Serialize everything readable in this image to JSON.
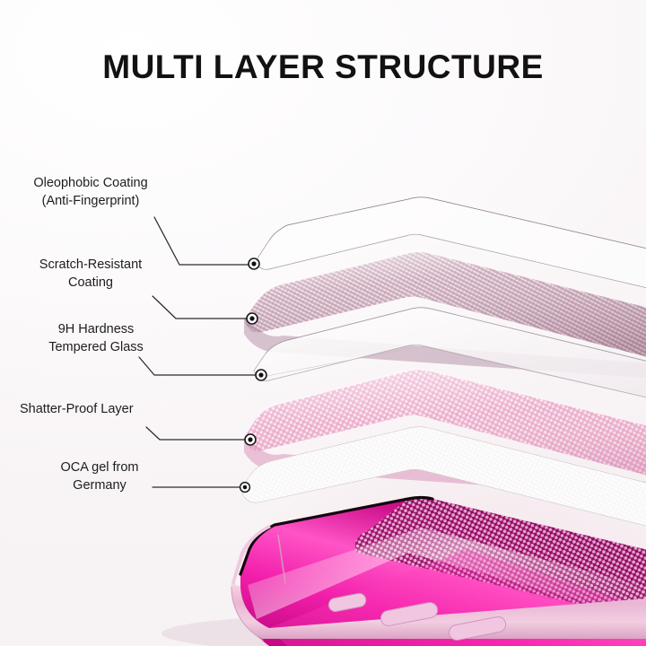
{
  "page": {
    "title": "MULTI LAYER STRUCTURE",
    "background_color": "#FBF8F9",
    "title_color": "#121212",
    "accent_pink": "#E8A8C8",
    "mauve": "#C9A3B5",
    "phone_magenta": "#E0159B",
    "leader_color": "#2B2B2B"
  },
  "callouts": [
    {
      "id": "oleophobic-coating",
      "line1": "Oleophobic Coating",
      "line2": "(Anti-Fingerprint)",
      "text": "Oleophobic Coating\n(Anti-Fingerprint)"
    },
    {
      "id": "scratch-resistant-coating",
      "line1": "Scratch-Resistant",
      "line2": "Coating",
      "text": "Scratch-Resistant\nCoating"
    },
    {
      "id": "9h-hardness-tempered-glass",
      "line1": "9H Hardness",
      "line2": "Tempered Glass",
      "text": "9H Hardness\nTempered Glass"
    },
    {
      "id": "shatter-proof-layer",
      "line1": "Shatter-Proof Layer",
      "line2": "",
      "text": "Shatter-Proof Layer"
    },
    {
      "id": "oca-gel-from-germany",
      "line1": "OCA gel from",
      "line2": "Germany",
      "text": "OCA gel from\nGermany"
    }
  ],
  "layers": [
    {
      "id": "layer-oleophobic",
      "name": "Oleophobic Coating",
      "appearance": "transparent-film",
      "color": "#FFFFFF"
    },
    {
      "id": "layer-scratch",
      "name": "Scratch-Resistant Coating",
      "appearance": "mauve-woven-mesh",
      "color": "#C9A3B5"
    },
    {
      "id": "layer-tempered",
      "name": "9H Hardness Tempered Glass",
      "appearance": "clear-glass-sheet",
      "color": "#F2EDF0"
    },
    {
      "id": "layer-shatter",
      "name": "Shatter-Proof Layer",
      "appearance": "pink-beaded-sheet",
      "color": "#E8A8C8"
    },
    {
      "id": "layer-oca",
      "name": "OCA gel from Germany",
      "appearance": "white-frosted-gel",
      "color": "#F4F1F3"
    }
  ],
  "device": {
    "id": "smartphone",
    "name": "smartphone",
    "body_color": "#E7B6D2",
    "screen_color": "#D3148F",
    "buttons": [
      "mute-switch",
      "volume-up-button",
      "volume-down-button"
    ]
  }
}
